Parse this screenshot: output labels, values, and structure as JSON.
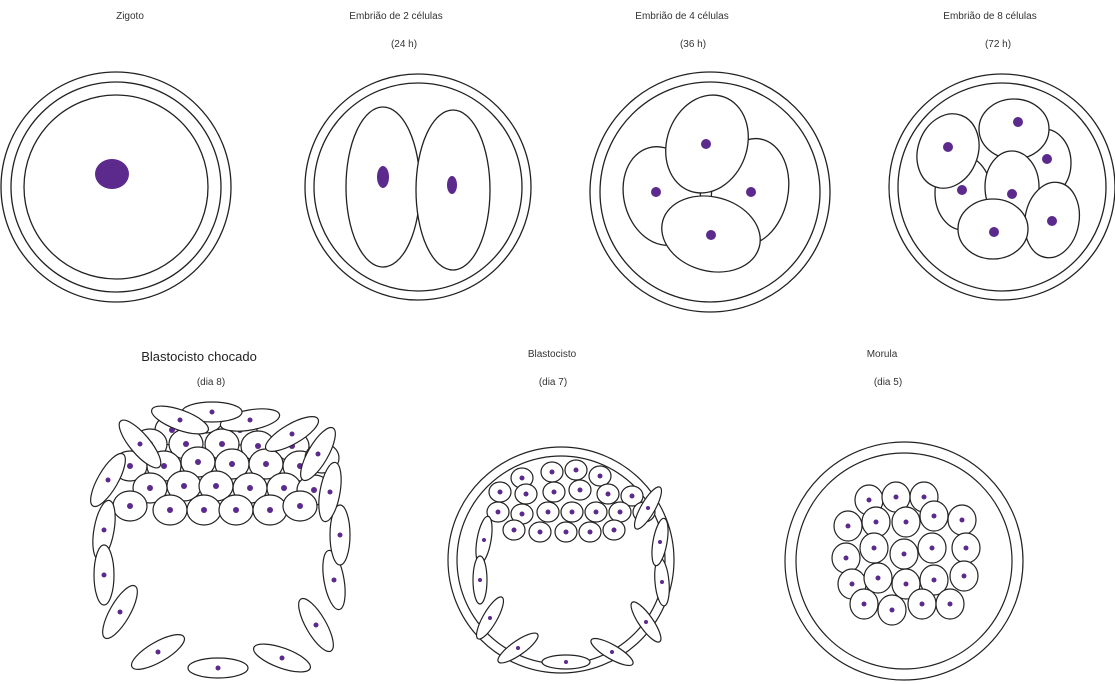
{
  "colors": {
    "nucleus": "#5b2a8c",
    "outline": "#222222",
    "background": "#ffffff"
  },
  "stages": [
    {
      "id": "zygote",
      "title": "Zigoto",
      "time": ""
    },
    {
      "id": "cell2",
      "title": "Embrião de 2 células",
      "time": "(24 h)"
    },
    {
      "id": "cell4",
      "title": "Embrião de 4 células",
      "time": "(36 h)"
    },
    {
      "id": "cell8",
      "title": "Embrião de 8 células",
      "time": "(72 h)"
    },
    {
      "id": "hatched",
      "title": "Blastocisto chocado",
      "time": "(dia 8)"
    },
    {
      "id": "blasto",
      "title": "Blastocisto",
      "time": "(dia 7)"
    },
    {
      "id": "morula",
      "title": "Morula",
      "time": "(dia 5)"
    }
  ]
}
